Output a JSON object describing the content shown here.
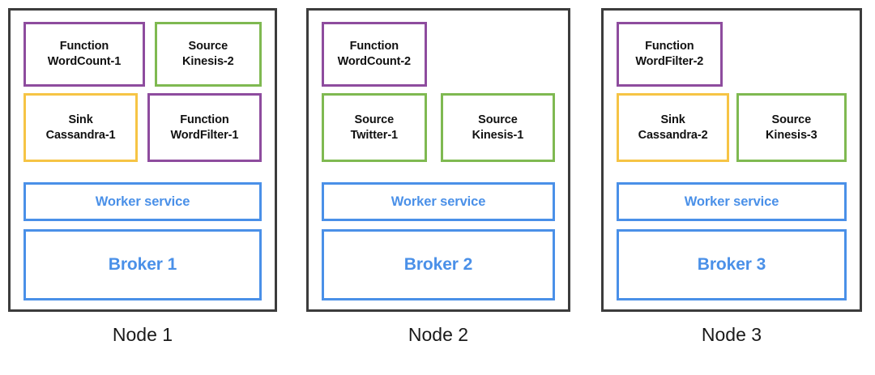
{
  "diagram": {
    "title": "Cluster nodes with sources, sinks, functions, worker service and broker",
    "colors": {
      "function": "#8e4c9e",
      "source": "#7fb951",
      "sink": "#f6c445",
      "service": "#4a90e8",
      "node_frame": "#3c3c3c",
      "text": "#111111",
      "background": "#ffffff"
    }
  },
  "nodes": [
    {
      "caption": "Node 1",
      "rows": [
        {
          "cells": [
            {
              "kind": "function",
              "line1": "Function",
              "line2": "WordCount-1",
              "width_pct": 51,
              "gap_after_pct": 4
            },
            {
              "kind": "source",
              "line1": "Source",
              "line2": "Kinesis-2",
              "width_pct": 45,
              "gap_after_pct": 0
            }
          ]
        },
        {
          "cells": [
            {
              "kind": "sink",
              "line1": "Sink",
              "line2": "Cassandra-1",
              "width_pct": 48,
              "gap_after_pct": 4
            },
            {
              "kind": "function",
              "line1": "Function",
              "line2": "WordFilter-1",
              "width_pct": 48,
              "gap_after_pct": 0
            }
          ]
        }
      ],
      "worker_label": "Worker service",
      "broker_label": "Broker 1"
    },
    {
      "caption": "Node 2",
      "rows": [
        {
          "cells": [
            {
              "kind": "function",
              "line1": "Function",
              "line2": "WordCount-2",
              "width_pct": 45,
              "gap_after_pct": 4
            },
            {
              "kind": "empty",
              "line1": "",
              "line2": "",
              "width_pct": 51,
              "gap_after_pct": 0
            }
          ]
        },
        {
          "cells": [
            {
              "kind": "source",
              "line1": "Source",
              "line2": "Twitter-1",
              "width_pct": 45,
              "gap_after_pct": 6
            },
            {
              "kind": "source",
              "line1": "Source",
              "line2": "Kinesis-1",
              "width_pct": 49,
              "gap_after_pct": 0
            }
          ]
        }
      ],
      "worker_label": "Worker service",
      "broker_label": "Broker 2"
    },
    {
      "caption": "Node 3",
      "rows": [
        {
          "cells": [
            {
              "kind": "function",
              "line1": "Function",
              "line2": "WordFilter-2",
              "width_pct": 46,
              "gap_after_pct": 4
            },
            {
              "kind": "empty",
              "line1": "",
              "line2": "",
              "width_pct": 50,
              "gap_after_pct": 0
            }
          ]
        },
        {
          "cells": [
            {
              "kind": "sink",
              "line1": "Sink",
              "line2": "Cassandra-2",
              "width_pct": 49,
              "gap_after_pct": 3
            },
            {
              "kind": "source",
              "line1": "Source",
              "line2": "Kinesis-3",
              "width_pct": 48,
              "gap_after_pct": 0
            }
          ]
        }
      ],
      "worker_label": "Worker service",
      "broker_label": "Broker 3"
    }
  ]
}
